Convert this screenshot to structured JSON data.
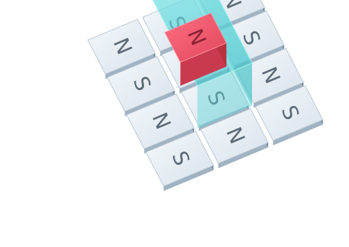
{
  "scene": {
    "colors": {
      "tile_top": "#e6edf3",
      "tile_side": "#9fb3c3",
      "tile_edge": "#6f8698",
      "grid_gap": "#2e3e4c",
      "cyan": "#5fd6d8",
      "red": "#f05a6d"
    },
    "grid": {
      "cols": 3,
      "rows": 4,
      "tiles": [
        {
          "row": 0,
          "col": 0,
          "letter": "N"
        },
        {
          "row": 0,
          "col": 1,
          "letter": "S"
        },
        {
          "row": 0,
          "col": 2,
          "letter": "N"
        },
        {
          "row": 1,
          "col": 0,
          "letter": "S"
        },
        {
          "row": 1,
          "col": 1,
          "letter": "N"
        },
        {
          "row": 1,
          "col": 2,
          "letter": "S"
        },
        {
          "row": 2,
          "col": 0,
          "letter": "N"
        },
        {
          "row": 2,
          "col": 1,
          "letter": "S"
        },
        {
          "row": 2,
          "col": 2,
          "letter": "N"
        },
        {
          "row": 3,
          "col": 0,
          "letter": "S"
        },
        {
          "row": 3,
          "col": 1,
          "letter": "N"
        },
        {
          "row": 3,
          "col": 2,
          "letter": "S"
        }
      ]
    },
    "highlight": {
      "cyan_block_tiles": [
        [
          0,
          1
        ],
        [
          1,
          1
        ],
        [
          2,
          1
        ]
      ],
      "red_block_tile": [
        1,
        1
      ]
    }
  }
}
